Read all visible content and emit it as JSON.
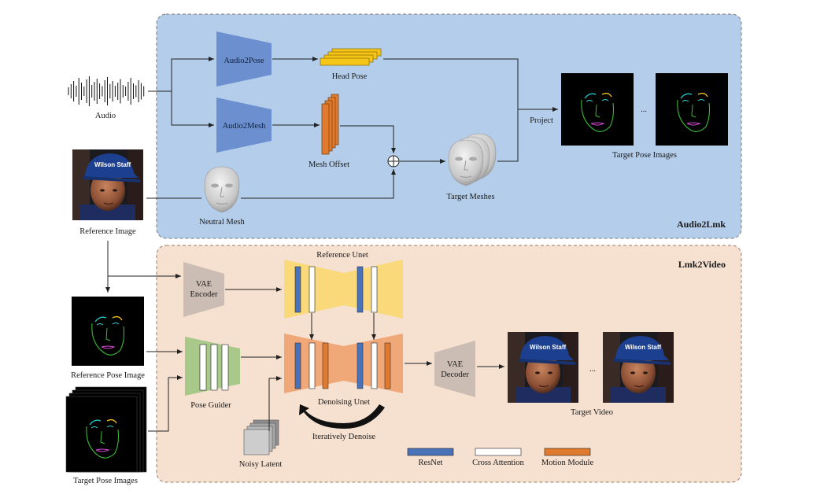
{
  "panels": {
    "audio2lmk": {
      "title": "Audio2Lmk",
      "color": "#b3cdea",
      "border": "#7a7a7a"
    },
    "lmk2video": {
      "title": "Lmk2Video",
      "color": "#f6e0d0",
      "border": "#9a7a6a"
    }
  },
  "inputs": {
    "audio": "Audio",
    "reference_image": "Reference Image",
    "reference_pose_image": "Reference Pose Image",
    "target_pose_images": "Target Pose Images"
  },
  "audio2lmk": {
    "audio2pose": "Audio2Pose",
    "audio2mesh": "Audio2Mesh",
    "head_pose": "Head Pose",
    "mesh_offset": "Mesh Offset",
    "neutral_mesh": "Neutral Mesh",
    "target_meshes": "Target Meshes",
    "project": "Project",
    "target_pose_images": "Target Pose Images",
    "ellipsis": "..."
  },
  "lmk2video": {
    "vae_encoder_line1": "VAE",
    "vae_encoder_line2": "Encoder",
    "reference_unet": "Reference Unet",
    "pose_guider": "Pose Guider",
    "denoising_unet": "Denoising Unet",
    "iteratively_denoise": "Iteratively Denoise",
    "noisy_latent": "Noisy Latent",
    "vae_decoder_line1": "VAE",
    "vae_decoder_line2": "Decoder",
    "target_video": "Target Video",
    "ellipsis": "..."
  },
  "legend": [
    {
      "label": "ResNet",
      "color": "#4a72b8"
    },
    {
      "label": "Cross Attention",
      "color": "#ffffff"
    },
    {
      "label": "Motion Module",
      "color": "#e07a2f"
    }
  ],
  "colors": {
    "encoder_blue": "#6b8fcf",
    "mesh_orange": "#e07a2f",
    "headpose_yellow": "#f5c518",
    "unet_yellow": "#f9d97a",
    "unet_orange": "#f0a878",
    "pose_guider_green": "#a9c98a",
    "vae_gray": "#cbbdb3"
  }
}
